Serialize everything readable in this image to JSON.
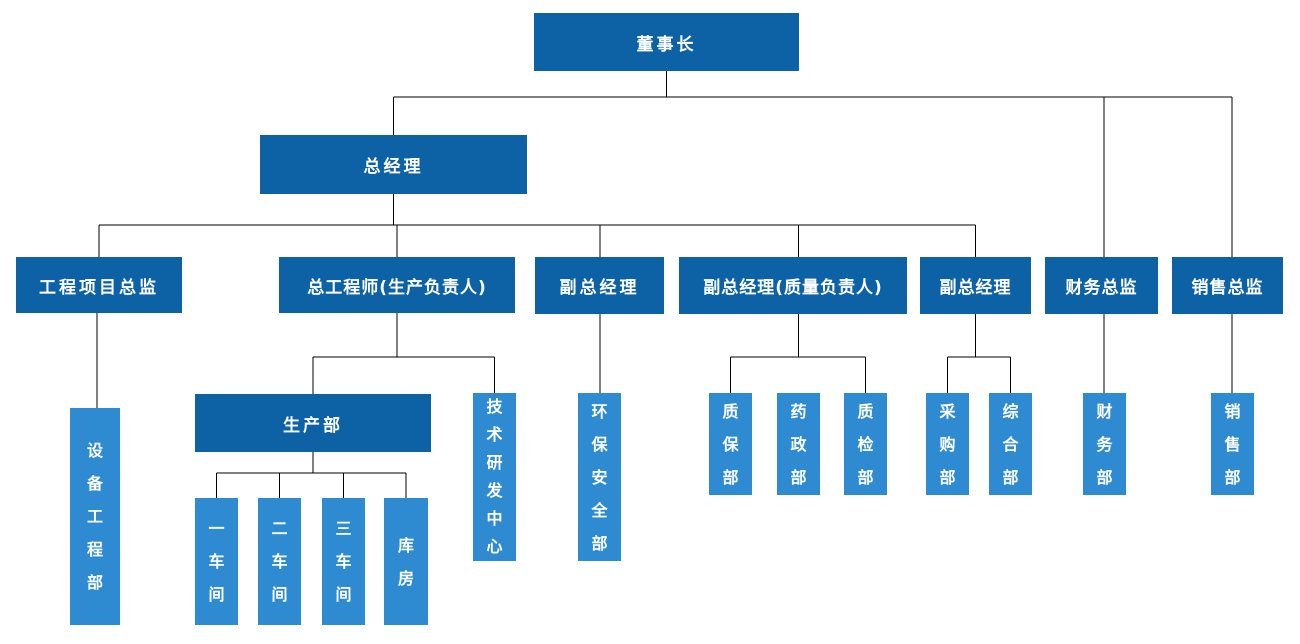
{
  "diagram": {
    "type": "org-chart",
    "colors": {
      "node_dark": "#0d62a6",
      "node_light": "#2e8bd2",
      "connector": "#000000",
      "label_text": "#ffffff",
      "background": "#ffffff"
    },
    "nodes": {
      "chairman": {
        "label": "董事长"
      },
      "gm": {
        "label": "总经理"
      },
      "eng_director": {
        "label": "工程项目总监"
      },
      "chief_engineer": {
        "label": "总工程师(生产负责人)"
      },
      "deputy_gm_1": {
        "label": "副总经理"
      },
      "deputy_gm_quality": {
        "label": "副总经理(质量负责人)"
      },
      "deputy_gm_2": {
        "label": "副总经理"
      },
      "finance_director": {
        "label": "财务总监"
      },
      "sales_director": {
        "label": "销售总监"
      },
      "equipment_dept": {
        "label": "设备工程部"
      },
      "production_dept": {
        "label": "生产部"
      },
      "tech_center": {
        "label": "技术研发中心"
      },
      "env_safety_dept": {
        "label": "环保安全部"
      },
      "qa_dept": {
        "label": "质保部"
      },
      "pharma_dept": {
        "label": "药政部"
      },
      "qc_dept": {
        "label": "质检部"
      },
      "purchasing_dept": {
        "label": "采购部"
      },
      "general_dept": {
        "label": "综合部"
      },
      "finance_dept": {
        "label": "财务部"
      },
      "sales_dept": {
        "label": "销售部"
      },
      "workshop_1": {
        "label": "一车间"
      },
      "workshop_2": {
        "label": "二车间"
      },
      "workshop_3": {
        "label": "三车间"
      },
      "warehouse": {
        "label": "库房"
      }
    },
    "edges": [
      [
        "chairman",
        "gm"
      ],
      [
        "chairman",
        "finance_director"
      ],
      [
        "chairman",
        "sales_director"
      ],
      [
        "gm",
        "eng_director"
      ],
      [
        "gm",
        "chief_engineer"
      ],
      [
        "gm",
        "deputy_gm_1"
      ],
      [
        "gm",
        "deputy_gm_quality"
      ],
      [
        "gm",
        "deputy_gm_2"
      ],
      [
        "eng_director",
        "equipment_dept"
      ],
      [
        "chief_engineer",
        "production_dept"
      ],
      [
        "chief_engineer",
        "tech_center"
      ],
      [
        "deputy_gm_1",
        "env_safety_dept"
      ],
      [
        "deputy_gm_quality",
        "qa_dept"
      ],
      [
        "deputy_gm_quality",
        "pharma_dept"
      ],
      [
        "deputy_gm_quality",
        "qc_dept"
      ],
      [
        "deputy_gm_2",
        "purchasing_dept"
      ],
      [
        "deputy_gm_2",
        "general_dept"
      ],
      [
        "finance_director",
        "finance_dept"
      ],
      [
        "sales_director",
        "sales_dept"
      ],
      [
        "production_dept",
        "workshop_1"
      ],
      [
        "production_dept",
        "workshop_2"
      ],
      [
        "production_dept",
        "workshop_3"
      ],
      [
        "production_dept",
        "warehouse"
      ]
    ]
  }
}
